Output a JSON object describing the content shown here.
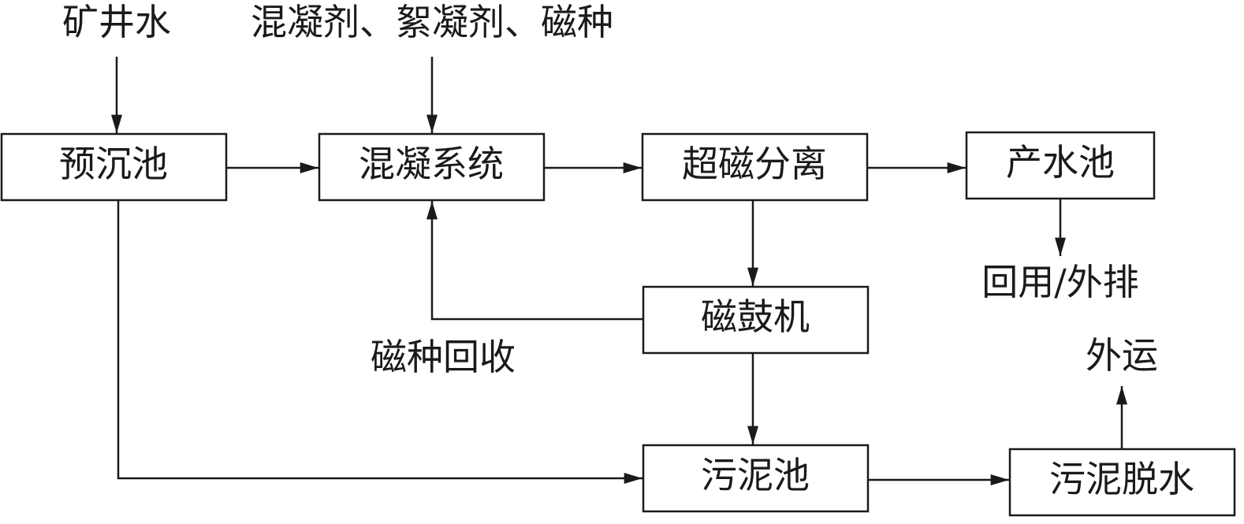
{
  "nodes": {
    "presettling": "预沉池",
    "coagulation": "混凝系统",
    "separation": "超磁分离",
    "product_tank": "产水池",
    "drum": "磁鼓机",
    "sludge_tank": "污泥池",
    "dewatering": "污泥脱水"
  },
  "labels": {
    "mine_water": "矿井水",
    "chemicals": "混凝剂、絮凝剂、磁种",
    "reuse": "回用/外排",
    "magnet_recovery": "磁种回收",
    "haul_out": "外运"
  },
  "colors": {
    "stroke": "#1a1a1a",
    "background": "#ffffff"
  }
}
